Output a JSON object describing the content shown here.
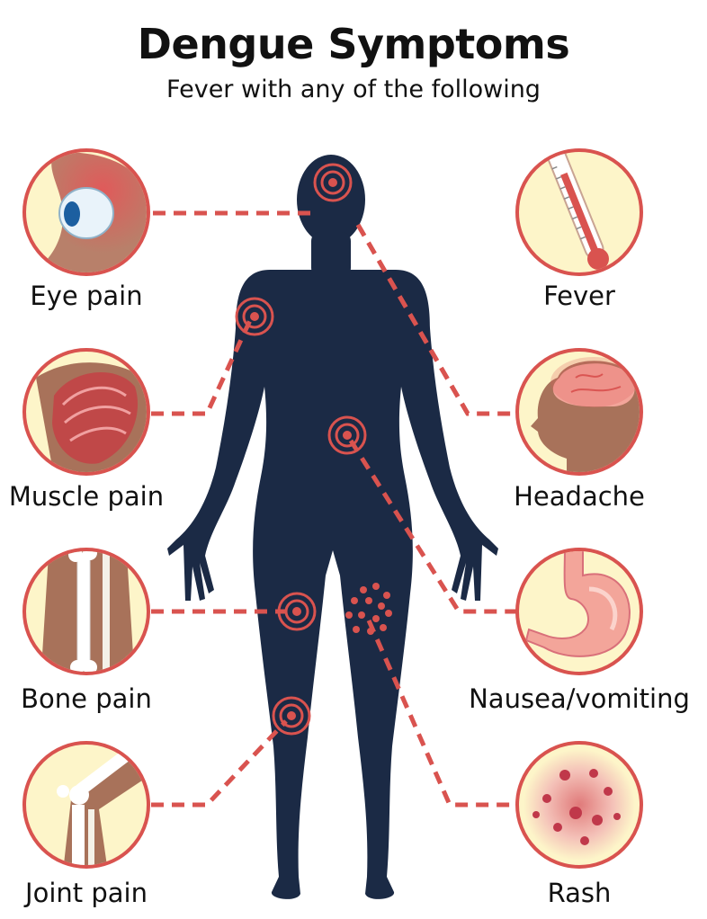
{
  "title": "Dengue Symptoms",
  "subtitle": "Fever with any of the following",
  "colors": {
    "body": "#1b2a45",
    "accent": "#d9534f",
    "cream": "#fdf5c9",
    "skin": "#a8725a"
  },
  "symptoms_left": [
    {
      "label": "Eye pain",
      "icon": "eye-icon"
    },
    {
      "label": "Muscle pain",
      "icon": "muscle-icon"
    },
    {
      "label": "Bone pain",
      "icon": "bone-icon"
    },
    {
      "label": "Joint pain",
      "icon": "knee-joint-icon"
    }
  ],
  "symptoms_right": [
    {
      "label": "Fever",
      "icon": "thermometer-icon"
    },
    {
      "label": "Headache",
      "icon": "head-brain-icon"
    },
    {
      "label": "Nausea/vomiting",
      "icon": "stomach-icon"
    },
    {
      "label": "Rash",
      "icon": "rash-icon"
    }
  ]
}
